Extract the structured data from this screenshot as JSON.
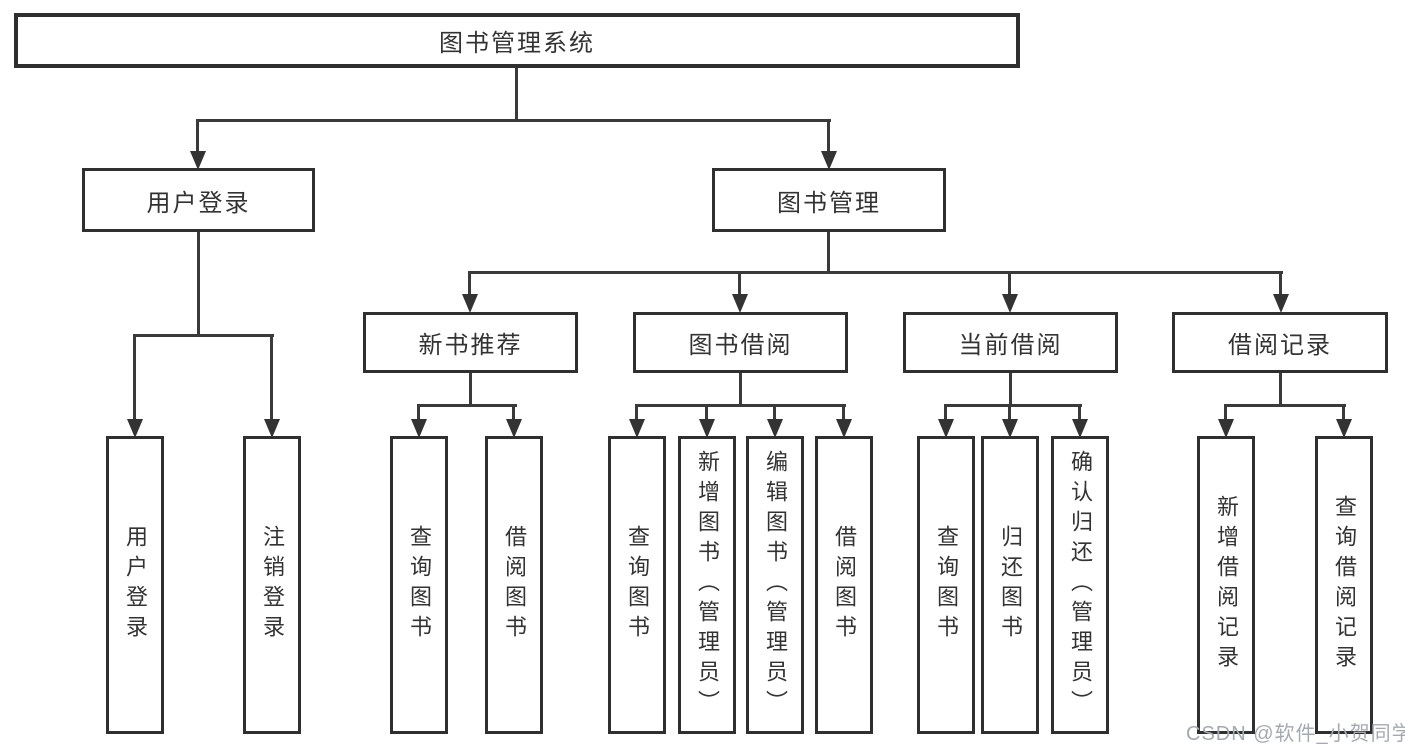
{
  "tree": {
    "root": {
      "label": "图书管理系统"
    },
    "branches": [
      {
        "label": "用户登录",
        "children": [
          {
            "label": "用户登录"
          },
          {
            "label": "注销登录"
          }
        ]
      },
      {
        "label": "图书管理",
        "children": [
          {
            "label": "新书推荐",
            "children": [
              {
                "label": "查询图书"
              },
              {
                "label": "借阅图书"
              }
            ]
          },
          {
            "label": "图书借阅",
            "children": [
              {
                "label": "查询图书"
              },
              {
                "label": "新增图书（管理员）"
              },
              {
                "label": "编辑图书（管理员）"
              },
              {
                "label": "借阅图书"
              }
            ]
          },
          {
            "label": "当前借阅",
            "children": [
              {
                "label": "查询图书"
              },
              {
                "label": "归还图书"
              },
              {
                "label": "确认归还（管理员）"
              }
            ]
          },
          {
            "label": "借阅记录",
            "children": [
              {
                "label": "新增借阅记录"
              },
              {
                "label": "查询借阅记录"
              }
            ]
          }
        ]
      }
    ]
  },
  "watermark": {
    "text": "CSDN @软件_小贺同学",
    "color": "#a5aab0"
  },
  "colors": {
    "background": "#ffffff",
    "box_border": "#2f2f2f",
    "connector_line": "#3a3a3a",
    "text": "#333333"
  }
}
